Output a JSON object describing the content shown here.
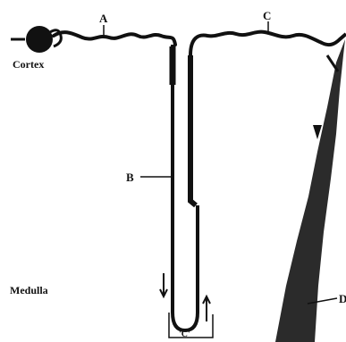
{
  "labels": {
    "a": "A",
    "b": "B",
    "c": "C",
    "d": "D",
    "loop_c": "'C'",
    "cortex": "Cortex",
    "medulla": "Medulla"
  }
}
